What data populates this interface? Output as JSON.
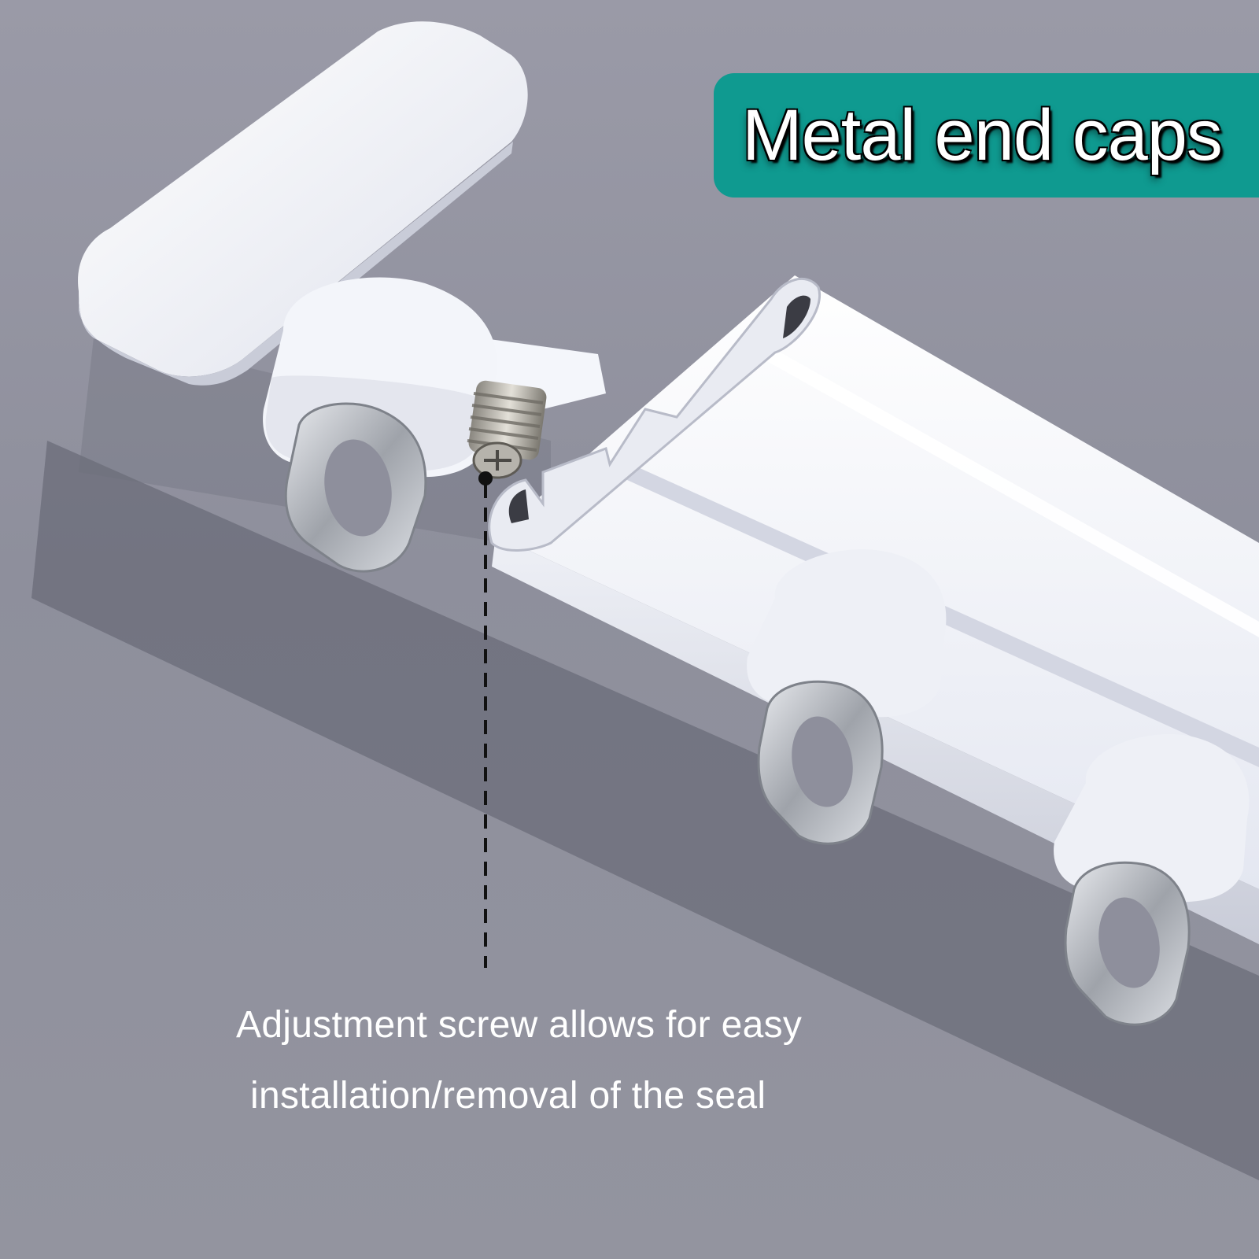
{
  "badge": {
    "title": "Metal end caps",
    "background_color": "#0f9a90"
  },
  "caption": {
    "line1": "Adjustment screw allows for easy",
    "line2": "installation/removal of the seal"
  },
  "scene": {
    "subject": "white curtain track with end cap, adjustment screw and ring gliders",
    "track_color": "#f2f4fa",
    "metal_color": "#c7cad0",
    "background_color": "#93949f"
  }
}
